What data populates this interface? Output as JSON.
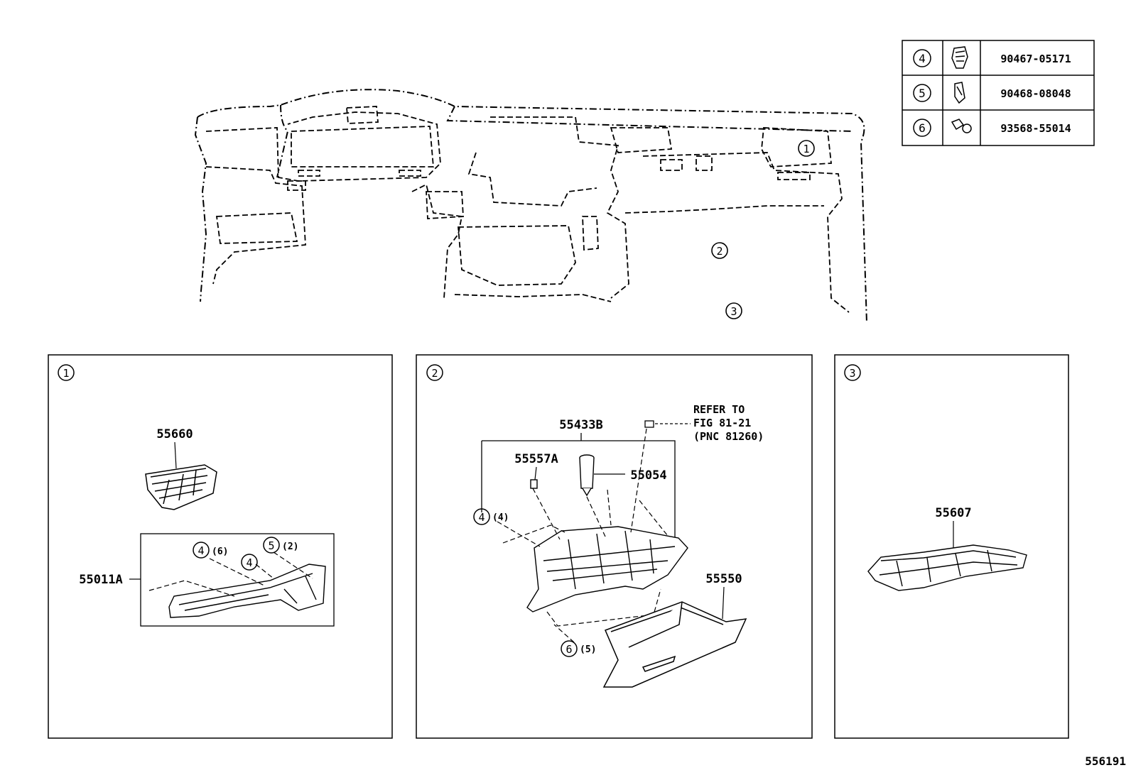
{
  "parts_table": {
    "rows": [
      {
        "num": "4",
        "part": "90467-05171",
        "icon": "clip-icon"
      },
      {
        "num": "5",
        "part": "90468-08048",
        "icon": "clip-icon"
      },
      {
        "num": "6",
        "part": "93568-55014",
        "icon": "screw-icon"
      }
    ]
  },
  "overview": {
    "callout_1": "1",
    "callout_2": "2",
    "callout_3": "3"
  },
  "panel1": {
    "index": "1",
    "p55660": "55660",
    "p55011A": "55011A",
    "c4a": "4",
    "c4a_qty": "(6)",
    "c5": "5",
    "c5_qty": "(2)",
    "c4b": "4"
  },
  "panel2": {
    "index": "2",
    "p55433B": "55433B",
    "p55557A": "55557A",
    "p55054": "55054",
    "p55550": "55550",
    "refer1": "REFER TO",
    "refer2": "FIG 81-21",
    "refer3": "(PNC 81260)",
    "c4": "4",
    "c4_qty": "(4)",
    "c6": "6",
    "c6_qty": "(5)"
  },
  "panel3": {
    "index": "3",
    "p55607": "55607"
  },
  "figure_id": "556191"
}
